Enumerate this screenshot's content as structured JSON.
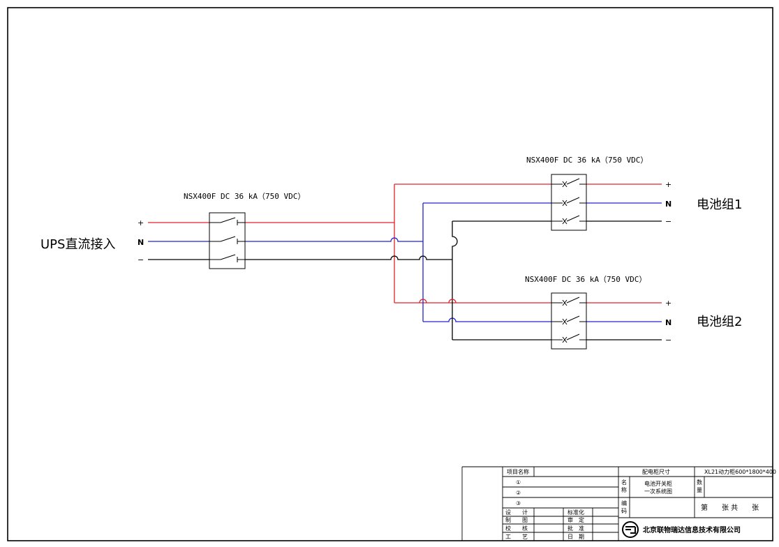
{
  "colors": {
    "positive": "#e0202a",
    "neutral": "#2020d0",
    "negative": "#000000"
  },
  "input": {
    "label": "UPS直流接入",
    "terminals": [
      "+",
      "N",
      "−"
    ]
  },
  "breakers": [
    {
      "id": "main",
      "label": "NSX400F DC 36 kA（750 VDC）"
    },
    {
      "id": "bank1",
      "label": "NSX400F DC 36 kA（750 VDC）"
    },
    {
      "id": "bank2",
      "label": "NSX400F DC 36 kA（750 VDC）"
    }
  ],
  "outputs": [
    {
      "label": "电池组1",
      "terminals": [
        "+",
        "N",
        "−"
      ]
    },
    {
      "label": "电池组2",
      "terminals": [
        "+",
        "N",
        "−"
      ]
    }
  ],
  "title_block": {
    "project_name_label": "项目名称",
    "row1": "①",
    "row2": "②",
    "row3": "③",
    "cabinet_size_label": "配电柜尺寸",
    "cabinet_size_value": "XL21动力柜600*1800*400",
    "name_label_1": "名",
    "name_label_2": "称",
    "drawing_name_1": "电池开关柜",
    "drawing_name_2": "一次系统图",
    "quantity_label_1": "数",
    "quantity_label_2": "量",
    "code_label_1": "编",
    "code_label_2": "码",
    "sheet_text": "第　　张  共　　张",
    "roles_left": [
      "设　　计",
      "制　　图",
      "校　　核",
      "工　　艺"
    ],
    "roles_right": [
      "标准化",
      "审　定",
      "批　准",
      "日　期"
    ],
    "company": "北京联物瑞达信息技术有限公司"
  }
}
